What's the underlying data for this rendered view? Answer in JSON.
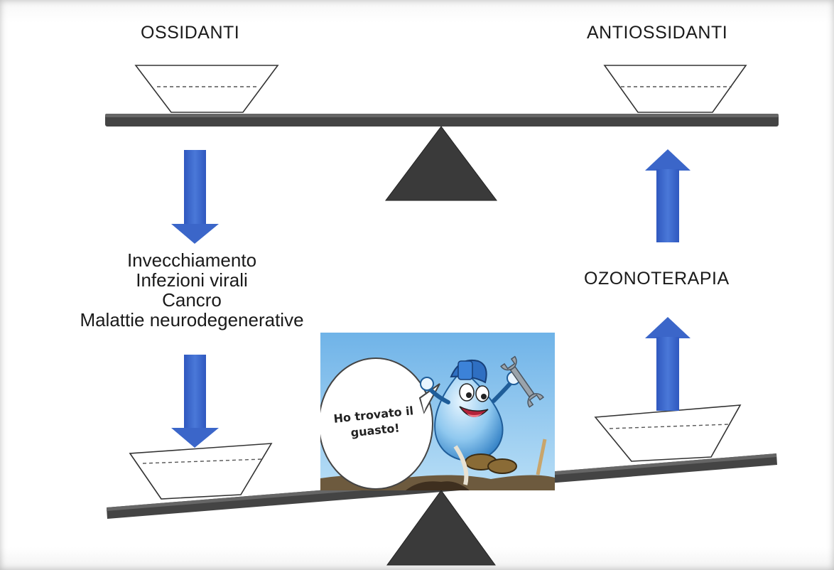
{
  "labels": {
    "oxidants": "OSSIDANTI",
    "antioxidants": "ANTIOSSIDANTI",
    "therapy": "OZONOTERAPIA"
  },
  "effects": [
    "Invecchiamento",
    "Infezioni virali",
    "Cancro",
    "Malattie neurodegenerative"
  ],
  "cartoon": {
    "speech": "Ho trovato il guasto!"
  },
  "colors": {
    "arrow": "#3b66c9",
    "beam": "#444444",
    "fulcrum": "#3a3a3a",
    "sky": "#8fc6ee"
  },
  "icons": {
    "cartoon": "droplet-mascot-with-wrench"
  }
}
